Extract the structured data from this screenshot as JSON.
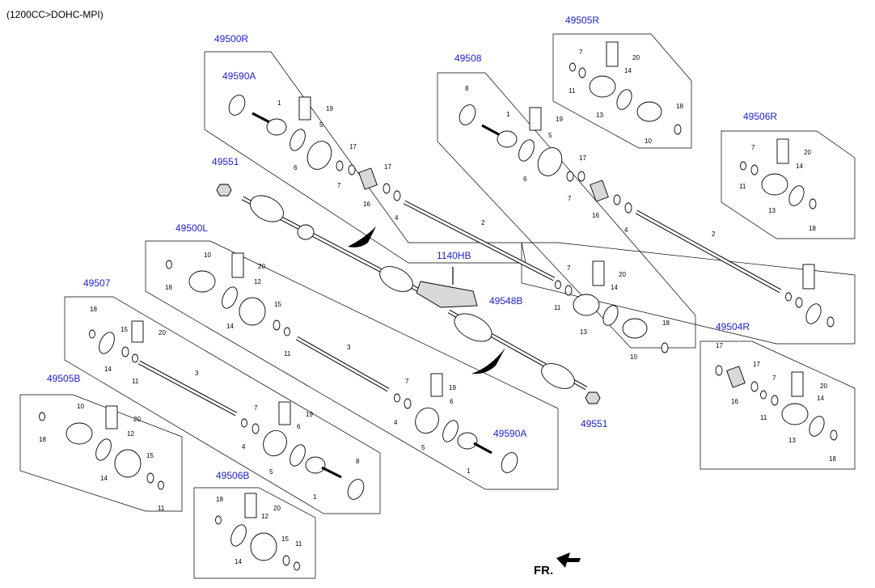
{
  "header": {
    "engine": "(1200CC>DOHC-MPI)"
  },
  "direction": {
    "label": "FR."
  },
  "assemblies": {
    "a49500R": "49500R",
    "a49500L": "49500L",
    "a49505R": "49505R",
    "a49505B": "49505B",
    "a49506R": "49506R",
    "a49506B": "49506B",
    "a49504R": "49504R",
    "a49508": "49508",
    "a49507": "49507",
    "a49590A_top": "49590A",
    "a49590A_bot": "49590A",
    "a49551_top": "49551",
    "a49551_bot": "49551",
    "a1140HB": "1140HB",
    "a49548B": "49548B"
  },
  "callouts": [
    "1",
    "19",
    "5",
    "6",
    "7",
    "17",
    "16",
    "17",
    "4",
    "2",
    "8",
    "1",
    "19",
    "5",
    "6",
    "7",
    "17",
    "16",
    "4",
    "2",
    "7",
    "20",
    "11",
    "13",
    "14",
    "10",
    "18",
    "7",
    "20",
    "11",
    "13",
    "14",
    "18",
    "10",
    "20",
    "18",
    "12",
    "14",
    "15",
    "11",
    "18",
    "20",
    "15",
    "14",
    "11",
    "3",
    "7",
    "20",
    "11",
    "13",
    "14",
    "10",
    "18",
    "17",
    "17",
    "7",
    "20",
    "16",
    "11",
    "14",
    "13",
    "18",
    "3",
    "4",
    "7",
    "19",
    "6",
    "5",
    "1",
    "7",
    "19",
    "6",
    "5",
    "1",
    "8",
    "4",
    "10",
    "20",
    "18",
    "14",
    "12",
    "15",
    "11",
    "18",
    "20",
    "14",
    "12",
    "15",
    "11"
  ]
}
